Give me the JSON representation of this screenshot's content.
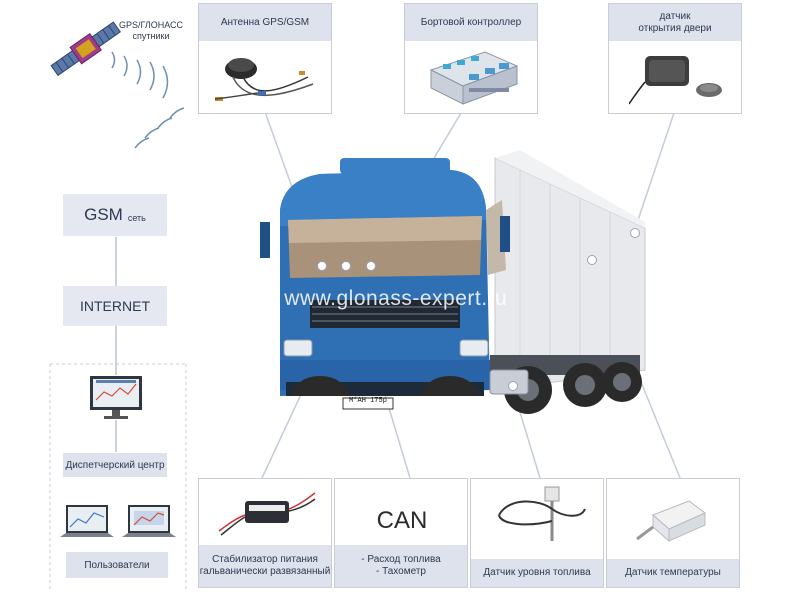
{
  "satellite": {
    "caption_line1": "GPS/ГЛОНАСС",
    "caption_line2": "спутники"
  },
  "top_cards": [
    {
      "label": "Антенна GPS/GSM"
    },
    {
      "label": "Бортовой контроллер"
    },
    {
      "label": "датчик\nоткрытия двери"
    }
  ],
  "network": {
    "gsm_main": "GSM",
    "gsm_sub": "сеть",
    "internet": "INTERNET",
    "dispatch": "Диспетчерский центр",
    "users": "Пользователи"
  },
  "bottom_cards": [
    {
      "label": "Стабилизатор питания\nгальванически развязанный"
    },
    {
      "label": "- Расход топлива\n- Тахометр",
      "big": "CAN"
    },
    {
      "label": "Датчик уровня топлива"
    },
    {
      "label": "Датчик температуры"
    }
  ],
  "truck": {
    "plate": "M*AH 175p"
  },
  "watermark": "© www.glonass-expert.ru",
  "colors": {
    "accent_bg": "#dde2ec",
    "text_dark": "#2d3a52",
    "truck_blue": "#2f6fb4",
    "line": "#b8c2d2"
  }
}
